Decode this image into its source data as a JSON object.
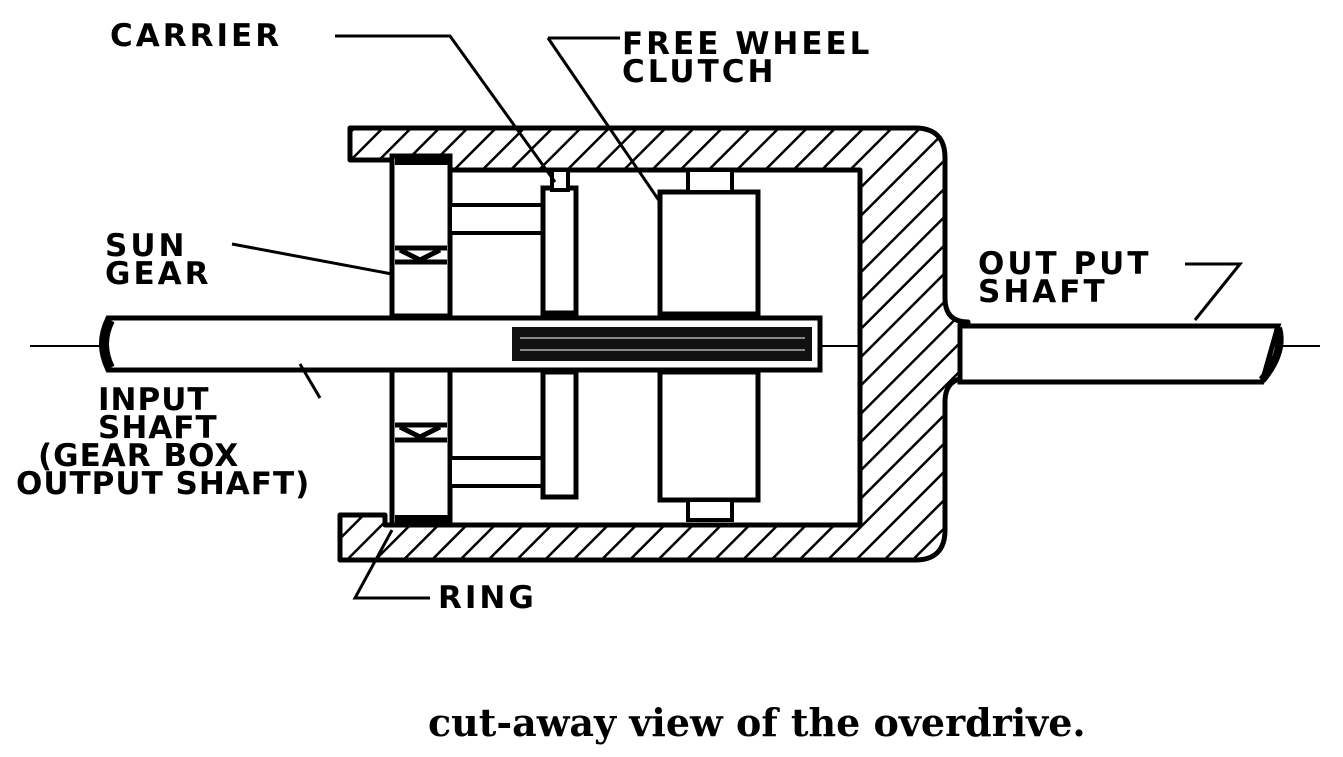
{
  "labels": {
    "carrier": "CARRIER",
    "free_wheel_clutch": [
      "FREE WHEEL",
      "CLUTCH"
    ],
    "sun_gear": [
      "SUN",
      "GEAR"
    ],
    "output_shaft": [
      "OUT PUT",
      "SHAFT"
    ],
    "input_shaft": [
      "INPUT",
      "SHAFT",
      "(GEAR BOX",
      "OUTPUT SHAFT)"
    ],
    "ring": "RING"
  },
  "caption": "cut-away view of the overdrive."
}
